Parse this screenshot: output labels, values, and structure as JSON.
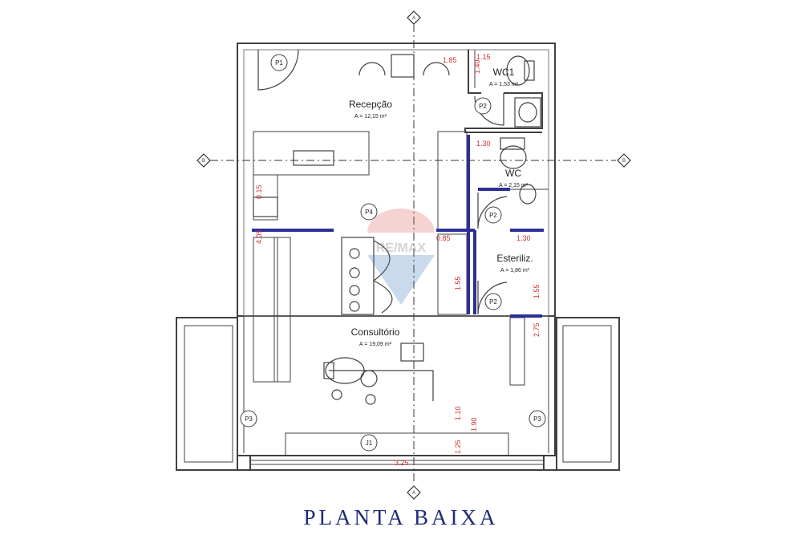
{
  "title": "PLANTA BAIXA",
  "watermark": "RE/MAX",
  "colors": {
    "wall": "#404040",
    "wall_light": "#7a7a7a",
    "blue_wall": "#2b2f9a",
    "dimension": "#cc3333",
    "axis": "#333333",
    "title": "#1f2a78"
  },
  "rooms": [
    {
      "name": "Recepção",
      "area": "A = 12,15 m²"
    },
    {
      "name": "WC1",
      "area": "A = 1,53 m²"
    },
    {
      "name": "WC",
      "area": "A = 2,15 m²"
    },
    {
      "name": "Esteriliz.",
      "area": "A = 1,86 m²"
    },
    {
      "name": "Consultório",
      "area": "A = 19,09 m²"
    }
  ],
  "doors": [
    "P1",
    "P2",
    "P2",
    "P2",
    "P3",
    "P3",
    "P4",
    "J1"
  ],
  "axes": [
    "A",
    "A",
    "B",
    "B"
  ],
  "dimensions": [
    "1.15",
    "1.40",
    "1.85",
    "1.30",
    "0.15",
    "4.05",
    "0.85",
    "1.30",
    "1.55",
    "1.55",
    "2.75",
    "1.10",
    "1.90",
    "1.25",
    "3.25"
  ]
}
